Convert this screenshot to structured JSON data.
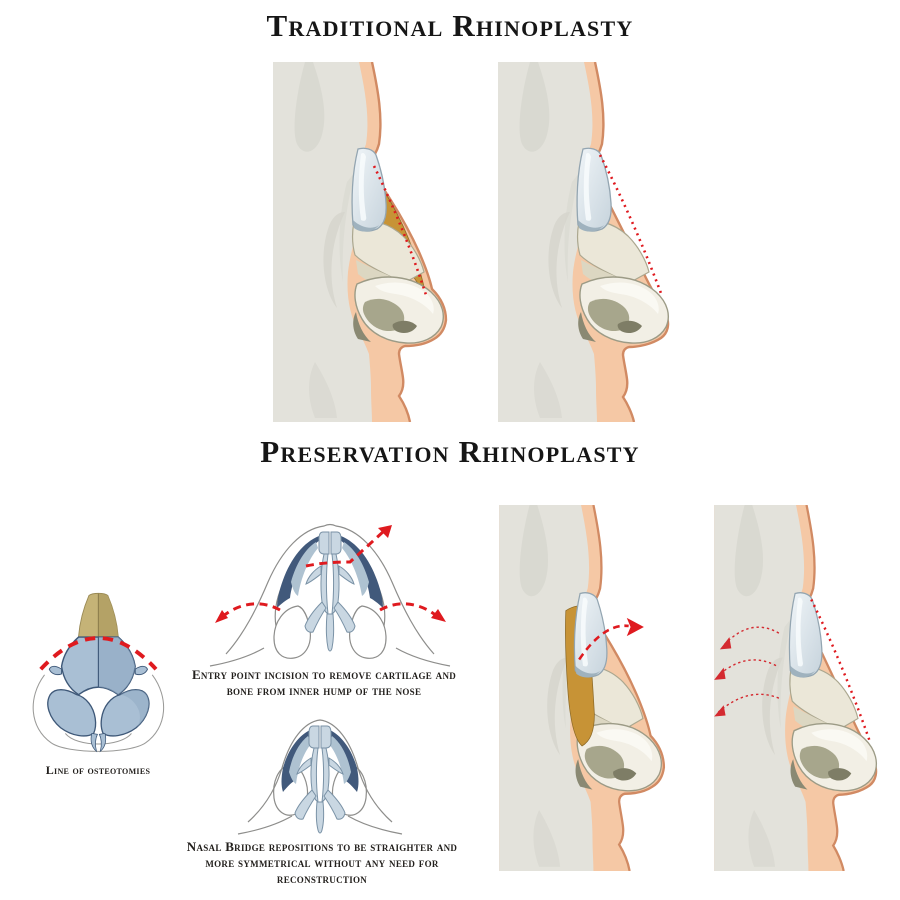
{
  "sections": {
    "traditional": {
      "title": "Traditional Rhinoplasty"
    },
    "preservation": {
      "title": "Preservation Rhinoplasty",
      "labels": {
        "osteotomies": "Line of osteotomies",
        "entry_point": "Entry point incision to remove cartilage and bone from inner hump of the nose",
        "nasal_bridge": "Nasal Bridge repositions to be straighter and more symmetrical without any need for reconstruction"
      }
    }
  },
  "figure_names": [
    "traditional-hump-resection-profile",
    "traditional-result-profile",
    "osteotomy-lines-front-view",
    "entry-point-incision-cross-section",
    "nasal-bridge-repositioned-cross-section",
    "preservation-pushdown-profile",
    "preservation-result-profile"
  ],
  "palette": {
    "skin": "#F5C8A5",
    "skin_outline": "#D18A63",
    "face_gray": "#E3E2DB",
    "face_gray_shade": "#D6D5CD",
    "nasal_bone_blue": "#D8E1E9",
    "hump_gold": "#C79336",
    "cartilage_cream": "#EFEBDC",
    "tip_shadow_olive": "#A7A68C",
    "nostril_dark": "#7E7D66",
    "marking_red": "#DF1A1F",
    "diagram_navy": "#41597B",
    "diagram_light_blue": "#C9D7E2",
    "diagram_tan": "#C5B377",
    "outline_gray": "#8D8D8B",
    "title_color": "#161616"
  }
}
